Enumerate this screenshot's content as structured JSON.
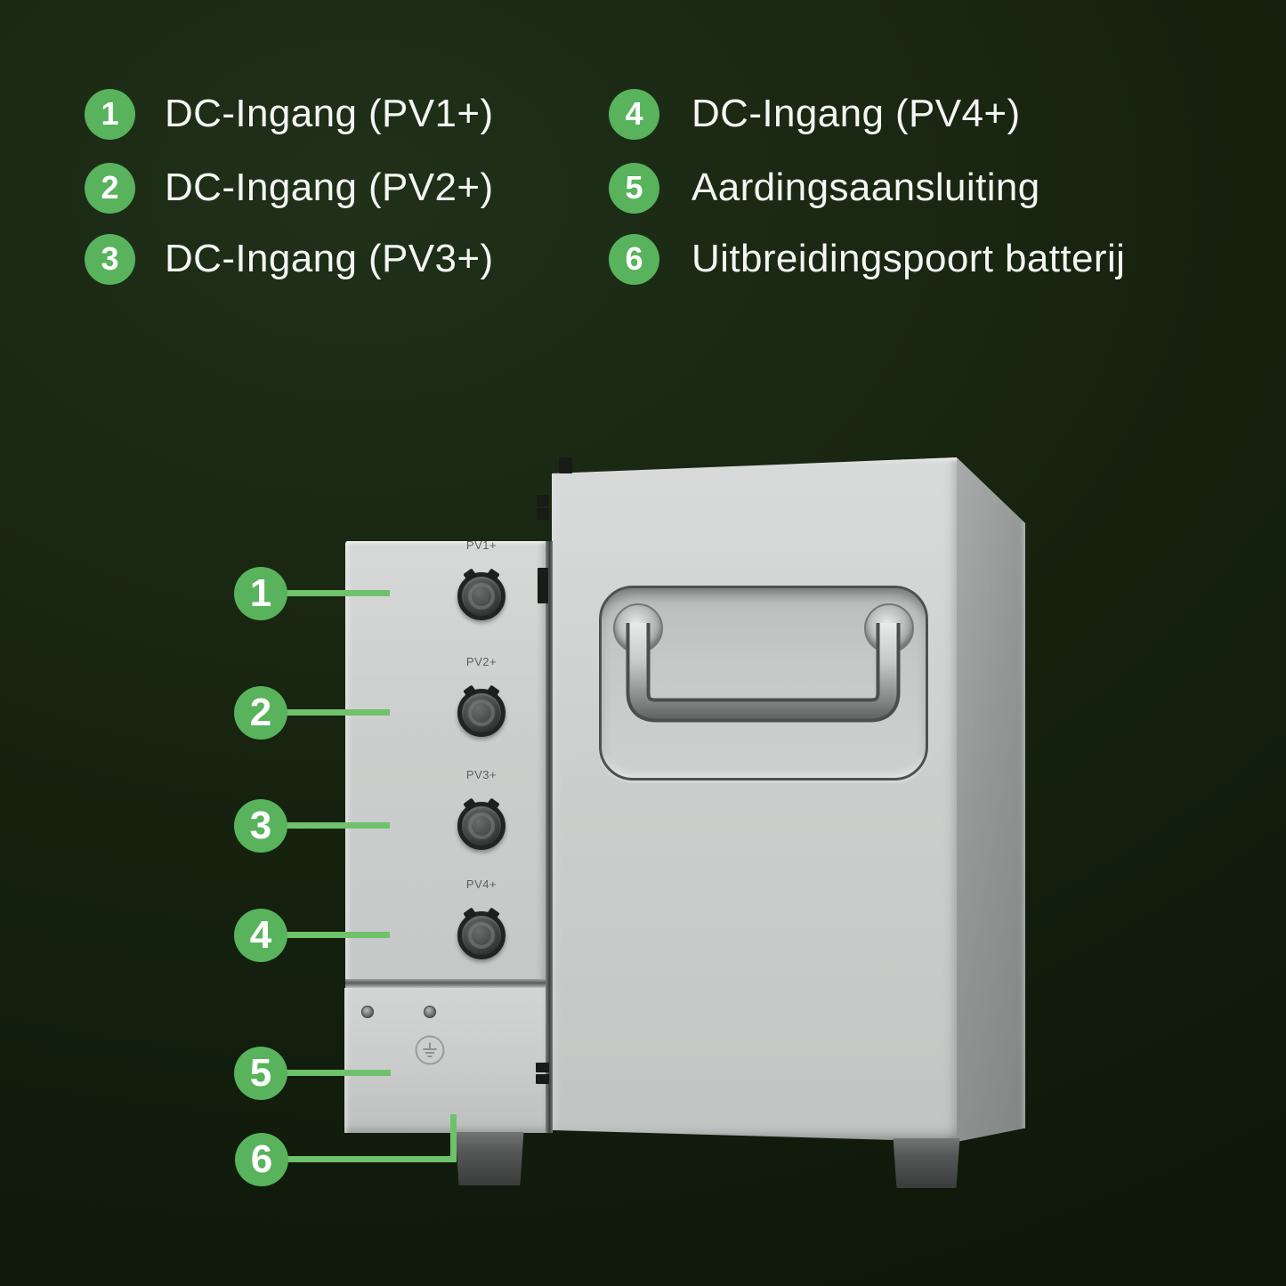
{
  "legend": {
    "columns": [
      {
        "items": [
          {
            "num": "1",
            "label": "DC-Ingang (PV1+)"
          },
          {
            "num": "2",
            "label": "DC-Ingang (PV2+)"
          },
          {
            "num": "3",
            "label": "DC-Ingang (PV3+)"
          }
        ]
      },
      {
        "items": [
          {
            "num": "4",
            "label": "DC-Ingang (PV4+)"
          },
          {
            "num": "5",
            "label": "Aardingsaansluiting"
          },
          {
            "num": "6",
            "label": "Uitbreidingspoort batterij"
          }
        ]
      }
    ]
  },
  "diagram": {
    "callouts": [
      {
        "num": "1"
      },
      {
        "num": "2"
      },
      {
        "num": "3"
      },
      {
        "num": "4"
      },
      {
        "num": "5"
      },
      {
        "num": "6"
      }
    ],
    "connector_labels": [
      {
        "label": "PV1+"
      },
      {
        "label": "PV2+"
      },
      {
        "label": "PV3+"
      },
      {
        "label": "PV4+"
      }
    ]
  },
  "colors": {
    "background_top": "#203019",
    "background_bottom": "#0d170a",
    "accent_green": "#58b35c",
    "line_green": "#6fc26b",
    "text": "#f3f6f2",
    "device_light": "#d9dbda",
    "device_side": "#949695",
    "connector_dark": "#2a2c2b"
  }
}
